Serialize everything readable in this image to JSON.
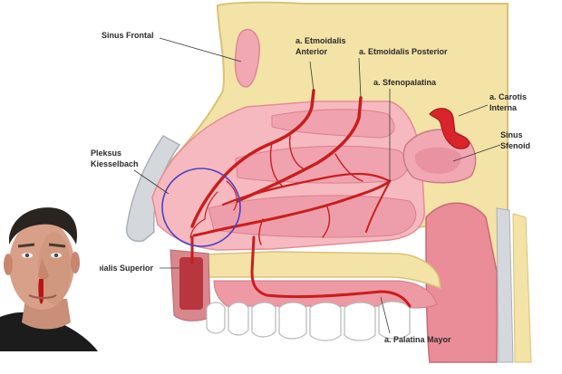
{
  "labels": {
    "sinus_frontal": "Sinus Frontal",
    "etmoidalis_anterior_1": "a. Etmoidalis",
    "etmoidalis_anterior_2": "Anterior",
    "etmoidalis_posterior": "a. Etmoidalis Posterior",
    "sfenopalatina": "a. Sfenopalatina",
    "carotis_1": "a. Carotis",
    "carotis_2": "Interna",
    "sinus_sfenoid_1": "Sinus",
    "sinus_sfenoid_2": "Sfenoid",
    "pleksus_1": "Pleksus",
    "pleksus_2": "Kiesselbach",
    "labialis_superior": "a. Labialis Superior",
    "palatina_mayor": "a. Palatina Mayor"
  },
  "colors": {
    "bone": "#f3e3a6",
    "bone_edge": "#d9c27a",
    "mucosa": "#f6b9bf",
    "mucosa_dark": "#ea8d98",
    "artery": "#c81e1e",
    "highlight_circle": "#4a40c8",
    "grey_tissue": "#d4d8dc"
  }
}
